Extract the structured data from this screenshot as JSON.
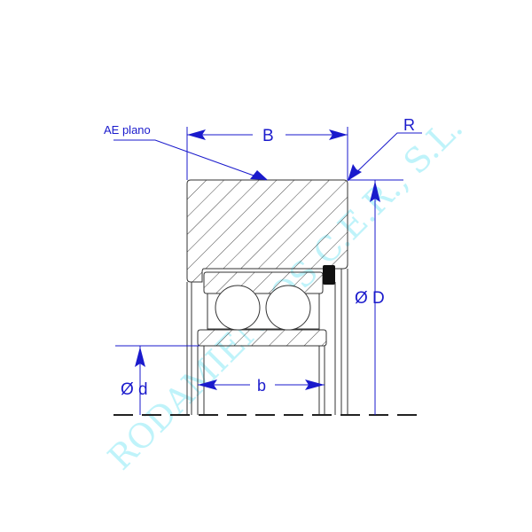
{
  "diagram": {
    "labels": {
      "face_note": "AE plano",
      "width_outer": "B",
      "width_inner": "b",
      "radius": "R",
      "outer_diameter": "Ø D",
      "inner_diameter": "Ø d"
    },
    "watermark": "RODAMIENTOS C.E.R., S.L.",
    "colors": {
      "dimension": "#1a1acc",
      "outline": "#333333",
      "watermark": "#bff3fa"
    }
  }
}
